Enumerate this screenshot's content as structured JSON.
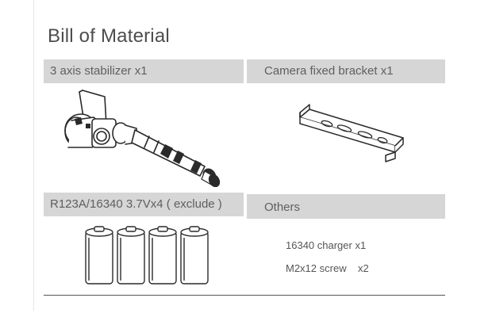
{
  "title": "Bill of Material",
  "sections": {
    "stabilizer": "3 axis stabilizer x1",
    "bracket": "Camera fixed bracket  x1",
    "battery": "R123A/16340 3.7Vx4 ( exclude )",
    "others": "Others"
  },
  "others_items": [
    "16340 charger  x1",
    "M2x12 screw    x2"
  ],
  "colors": {
    "header_bg": "#d6d6d6",
    "text": "#555555",
    "line": "#555555"
  }
}
